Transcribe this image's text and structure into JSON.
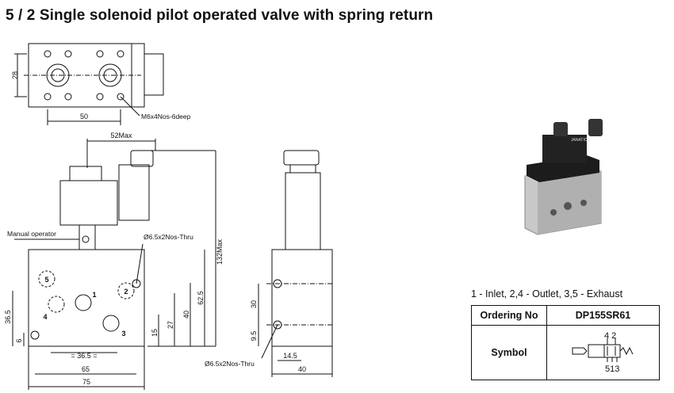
{
  "title": "5 / 2 Single solenoid pilot operated valve with spring return",
  "top_view": {
    "dim_height": "28",
    "dim_spacing": "50",
    "thread_callout": "M6x4Nos-6deep"
  },
  "front_view": {
    "dim_coil_max": "52Max",
    "dim_overall_height": "132Max",
    "manual_operator": "Manual operator",
    "through_holes": "Ø6.5x2Nos-Thru",
    "port_labels": [
      "5",
      "1",
      "2",
      "4",
      "3"
    ],
    "dim_62_5": "62.5",
    "dim_40": "40",
    "dim_27": "27",
    "dim_15": "15",
    "dim_36_5_v": "36.5",
    "dim_6": "6",
    "dim_36_5_h": "= 36.5 =",
    "dim_65": "65",
    "dim_75": "75"
  },
  "side_view": {
    "dim_30": "30",
    "dim_9_5": "9.5",
    "dim_14_5": "14.5",
    "dim_40": "40",
    "through_holes": "Ø6.5x2Nos-Thru"
  },
  "ports_legend": "1 - Inlet,   2,4 - Outlet,   3,5 - Exhaust",
  "ordering": {
    "header_label": "Ordering No",
    "header_value": "DP155SR61",
    "symbol_label": "Symbol",
    "symbol_top": "4 2",
    "symbol_bottom": "513"
  },
  "photo_brand": "JANATICS"
}
